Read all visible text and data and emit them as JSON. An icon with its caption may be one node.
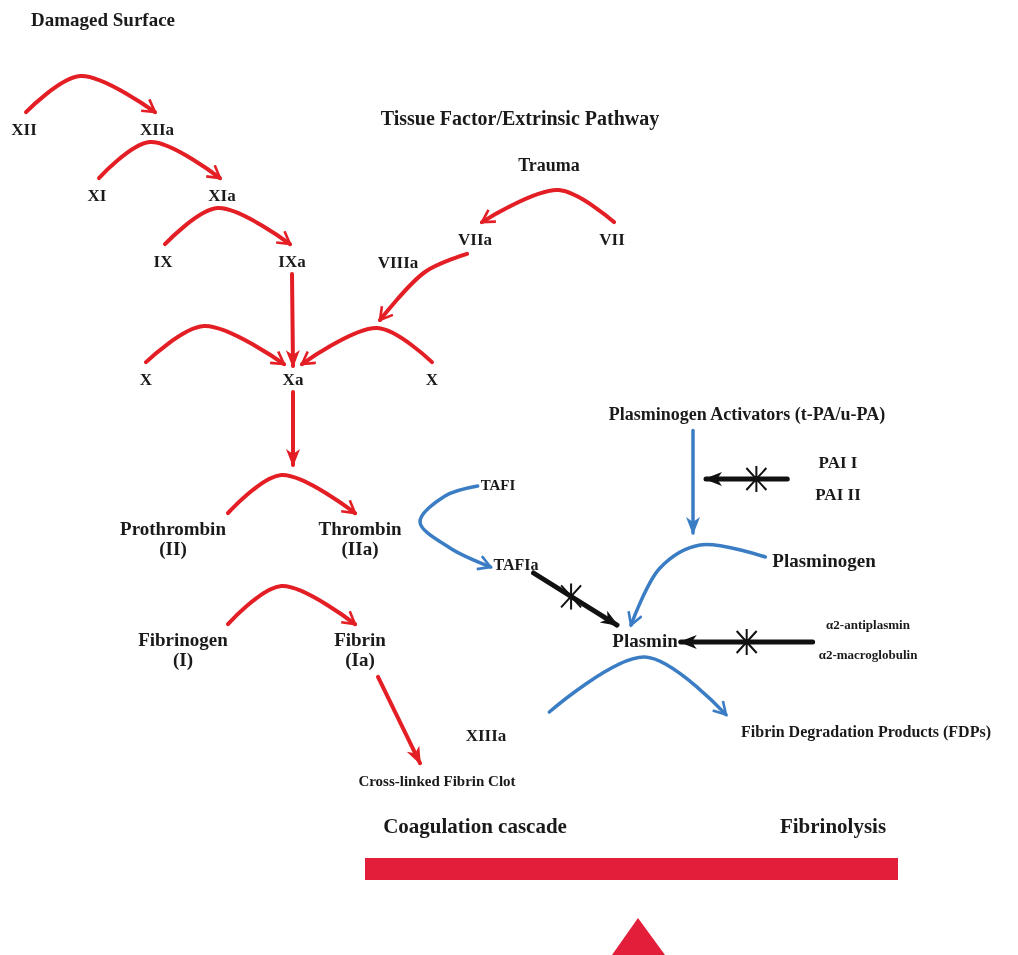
{
  "diagram": {
    "nodes": [
      {
        "text": [
          "XII"
        ]
      },
      {
        "text": [
          "XIIa"
        ]
      },
      {
        "text": [
          "XI"
        ]
      },
      {
        "text": [
          "XIa"
        ]
      },
      {
        "text": [
          "IX"
        ]
      },
      {
        "text": [
          "IXa"
        ]
      },
      {
        "text": [
          "VIIa"
        ]
      },
      {
        "text": [
          "VII"
        ]
      },
      {
        "text": [
          "X"
        ]
      },
      {
        "text": [
          "Xa"
        ]
      },
      {
        "text": [
          "X"
        ]
      },
      {
        "text": [
          "Prothrombin",
          "(II)"
        ]
      },
      {
        "text": [
          "Thrombin",
          "(IIa)"
        ]
      },
      {
        "text": [
          "TAFI"
        ]
      },
      {
        "text": [
          "TAFIa"
        ]
      },
      {
        "text": [
          "Fibrinogen",
          "(I)"
        ]
      },
      {
        "text": [
          "Fibrin",
          "(Ia)"
        ]
      },
      {
        "text": [
          "Cross-linked Fibrin Clot"
        ]
      },
      {
        "text": [
          "XIIIa"
        ]
      },
      {
        "text": [
          "Plasminogen Activators (t-PA/u-PA)"
        ]
      },
      {
        "text": [
          "PAI I",
          "PAI II"
        ]
      },
      {
        "text": [
          "Plasminogen"
        ]
      },
      {
        "text": [
          "Plasmin"
        ]
      },
      {
        "text": [
          "α2-antiplasmin",
          "α2-macroglobulin"
        ]
      },
      {
        "text": [
          "Fibrin Degradation Products (FDPs)"
        ]
      }
    ],
    "edges": [
      {
        "from": 0,
        "to": 1,
        "arrow": "to"
      },
      {
        "from": 2,
        "to": 3,
        "arrow": "to"
      },
      {
        "from": 4,
        "to": 5,
        "arrow": "to"
      },
      {
        "from": 7,
        "to": 6,
        "arrow": "to"
      },
      {
        "from": 5,
        "to": 9,
        "arrow": "to"
      },
      {
        "from": 6,
        "to": null,
        "arrow": "to"
      },
      {
        "from": 8,
        "to": 9,
        "arrow": "to"
      },
      {
        "from": 10,
        "to": 9,
        "arrow": "to"
      },
      {
        "from": 9,
        "to": null,
        "arrow": "to"
      },
      {
        "from": 11,
        "to": 12,
        "arrow": "to"
      },
      {
        "from": 13,
        "to": 14,
        "arrow": "to",
        "color": "#3b7dc4"
      },
      {
        "from": 15,
        "to": 16,
        "arrow": "to"
      },
      {
        "from": 16,
        "to": 17,
        "arrow": "to"
      },
      {
        "from": 14,
        "to": 22,
        "arrow": "to",
        "color": "#111111"
      },
      {
        "from": 19,
        "to": null,
        "arrow": "to",
        "color": "#3b7dc4"
      },
      {
        "from": 20,
        "to": null,
        "arrow": "to",
        "color": "#111111"
      },
      {
        "from": 21,
        "to": 22,
        "arrow": "to",
        "color": "#3b7dc4"
      },
      {
        "from": 23,
        "to": 22,
        "arrow": "to",
        "color": "#111111"
      },
      {
        "from": 18,
        "to": 24,
        "arrow": "to",
        "color": "#3b7dc4"
      }
    ],
    "labels": [
      "Damaged Surface",
      "Tissue Factor/Extrinsic Pathway",
      "Trauma",
      "VIIIa",
      "Coagulation cascade",
      "Fibrinolysis"
    ]
  }
}
